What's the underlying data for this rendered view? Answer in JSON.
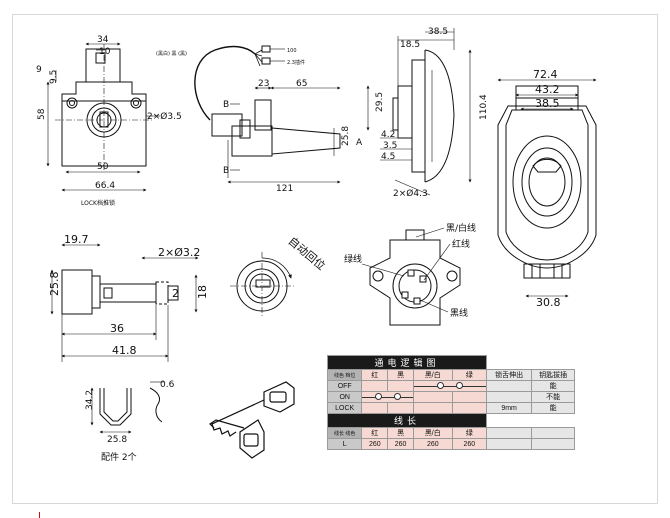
{
  "front_view": {
    "dims": {
      "top_width": "34",
      "top_inner": "10",
      "left_a": "9",
      "left_b": "9.5",
      "height": "58",
      "holes": "2×Ø3.5",
      "inner_width": "50",
      "outer_width": "66.4"
    },
    "caption": "LOCK档推锁"
  },
  "harness_view": {
    "dims": {
      "d23": "23",
      "d65": "65",
      "d121": "121",
      "d25_8": "25.8",
      "section_a": "A",
      "section_b": "B",
      "section_b2": "B"
    },
    "label1": "(黑白) 黑 (黑)",
    "label2": "2.3插件",
    "label3": "100"
  },
  "side_view": {
    "dims": {
      "d38_5": "38.5",
      "d18_5": "18.5",
      "d29_5": "29.5",
      "d4_2": "4.2",
      "d3_5": "3.5",
      "d4_5": "4.5",
      "d110_4": "110.4",
      "holes": "2×Ø4.3",
      "section": "A"
    }
  },
  "rear_view": {
    "dims": {
      "d72_4": "72.4",
      "d43_2": "43.2",
      "d38_5": "38.5",
      "d30_8": "30.8"
    }
  },
  "cylinder_view": {
    "dims": {
      "d19_7": "19.7",
      "holes": "2×Ø3.2",
      "d25_8": "25.8",
      "d2": "2",
      "d18": "18",
      "d36": "36",
      "d41_8": "41.8"
    }
  },
  "key_face": {
    "auto_return": "自动回位"
  },
  "terminal_view": {
    "wires": {
      "black_white": "黑/白线",
      "red": "红线",
      "green": "绿线",
      "black": "黑线"
    }
  },
  "accessory": {
    "dims": {
      "d0_6": "0.6",
      "d34_2": "34.2",
      "d25_8": "25.8"
    },
    "caption": "配件  2个"
  },
  "logic_table": {
    "title": "通电逻辑图",
    "col_wire_label": "线色",
    "col_pos_label": "档位",
    "cols": [
      "红",
      "黑",
      "黑/白",
      "绿",
      "锁舌伸出",
      "钥匙拔插"
    ],
    "rows": [
      {
        "pos": "OFF",
        "tongue": "",
        "key": "能"
      },
      {
        "pos": "ON",
        "tongue": "",
        "key": "不能"
      },
      {
        "pos": "LOCK",
        "tongue": "9mm",
        "key": "能"
      }
    ],
    "length_title": "线长",
    "length_row_label": "线长",
    "length_col_label": "线色",
    "length_cols": [
      "红",
      "黑",
      "黑/白",
      "绿"
    ],
    "length_unit_label": "L",
    "length_values": [
      "260",
      "260",
      "260",
      "260"
    ]
  }
}
